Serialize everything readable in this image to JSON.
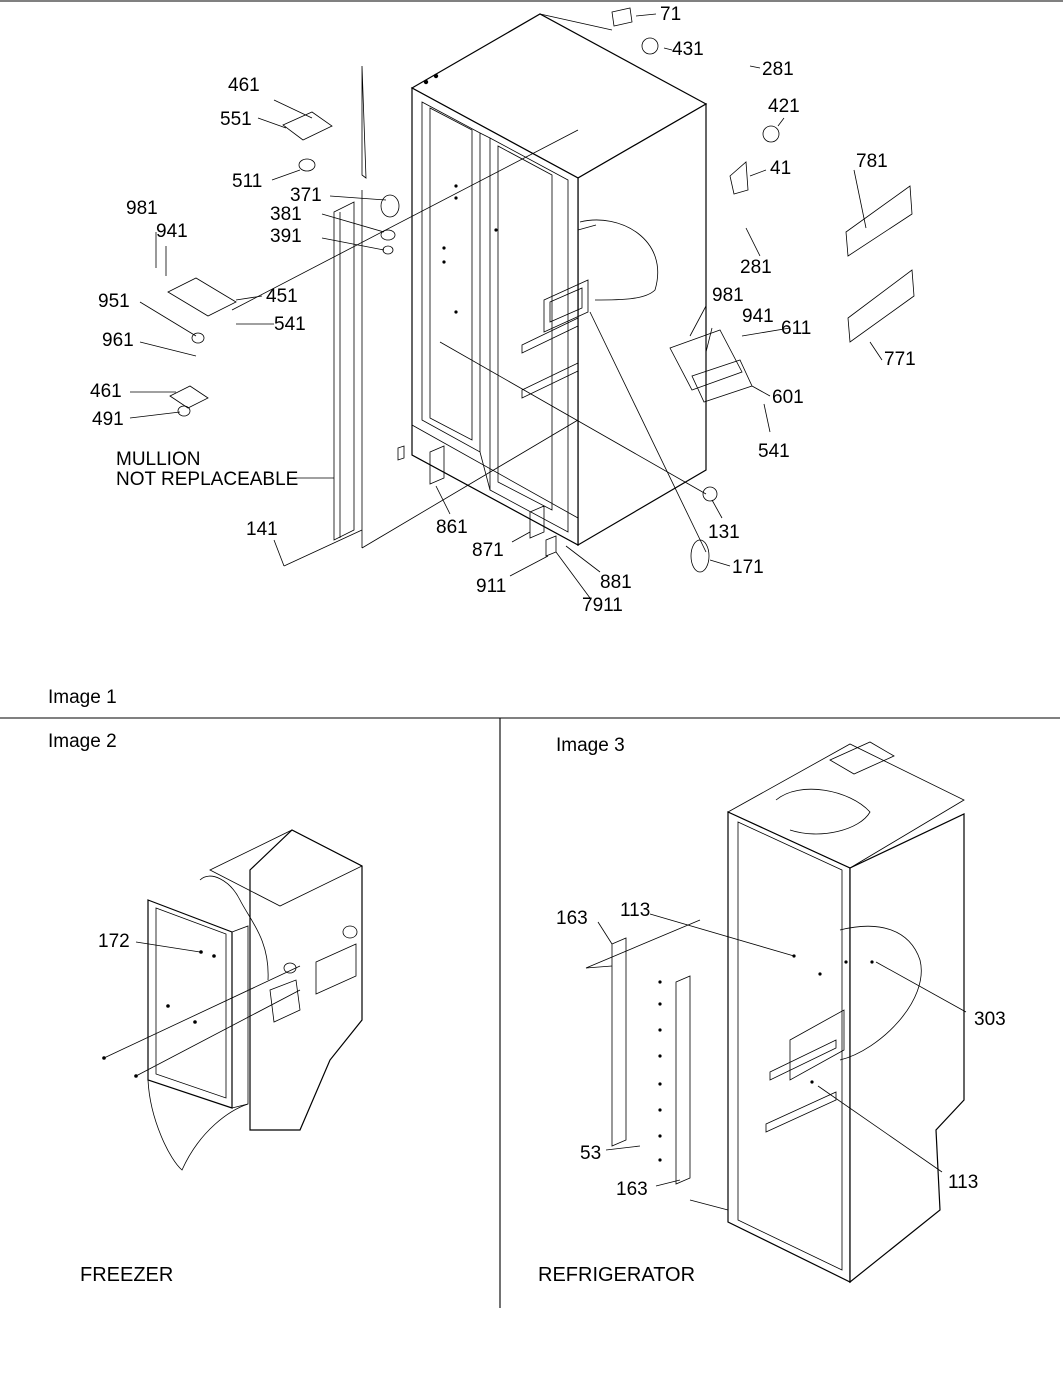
{
  "image1": {
    "caption": "Image 1",
    "callouts": {
      "c71": "71",
      "c431": "431",
      "c281a": "281",
      "c421": "421",
      "c41": "41",
      "c781": "781",
      "c281b": "281",
      "c461a": "461",
      "c551": "551",
      "c511": "511",
      "c371": "371",
      "c381": "381",
      "c391": "391",
      "c981a": "981",
      "c941a": "941",
      "c451": "451",
      "c541a": "541",
      "c951": "951",
      "c961": "961",
      "c461b": "461",
      "c491": "491",
      "c981b": "981",
      "c941b": "941",
      "c611": "611",
      "c771": "771",
      "c601": "601",
      "c541b": "541",
      "c861": "861",
      "c871": "871",
      "c911": "911",
      "c7911": "7911",
      "c881": "881",
      "c131": "131",
      "c171": "171",
      "c141": "141"
    },
    "note_line1": "MULLION",
    "note_line2": "NOT REPLACEABLE"
  },
  "image2": {
    "caption": "Image 2",
    "callout_172": "172",
    "title": "FREEZER"
  },
  "image3": {
    "caption": "Image 3",
    "callouts": {
      "c163a": "163",
      "c113a": "113",
      "c303": "303",
      "c53": "53",
      "c163b": "163",
      "c113b": "113"
    },
    "title": "REFRIGERATOR"
  }
}
